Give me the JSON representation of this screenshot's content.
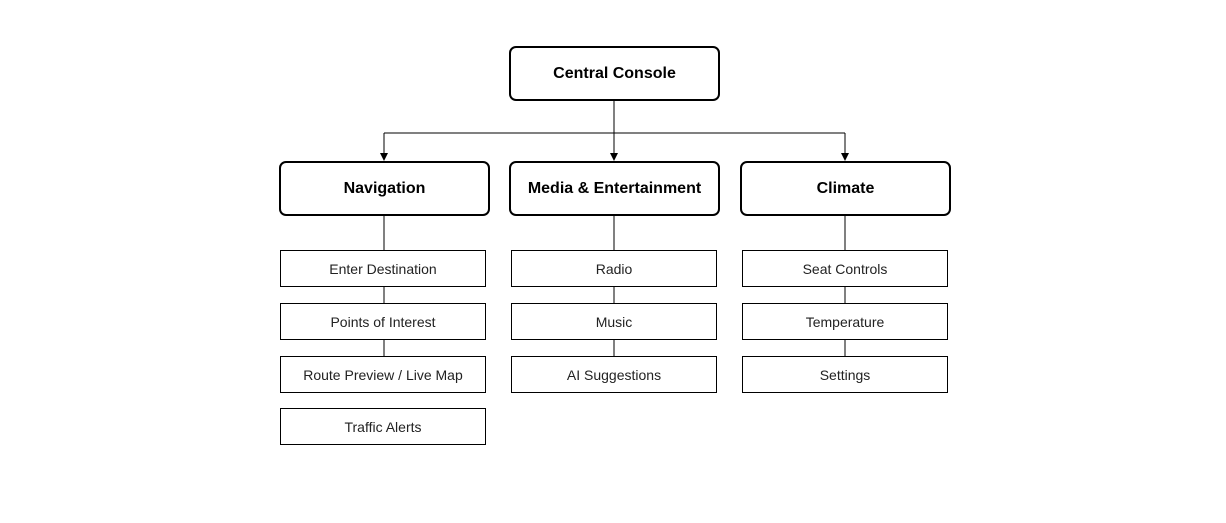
{
  "root": {
    "label": "Central Console"
  },
  "branches": [
    {
      "label": "Navigation",
      "items": [
        "Enter Destination",
        "Points of Interest",
        "Route Preview / Live Map",
        "Traffic Alerts"
      ]
    },
    {
      "label": "Media & Entertainment",
      "items": [
        "Radio",
        "Music",
        "AI Suggestions"
      ]
    },
    {
      "label": "Climate",
      "items": [
        "Seat Controls",
        "Temperature",
        "Settings"
      ]
    }
  ],
  "colors": {
    "stroke": "#000000",
    "background": "#ffffff"
  }
}
